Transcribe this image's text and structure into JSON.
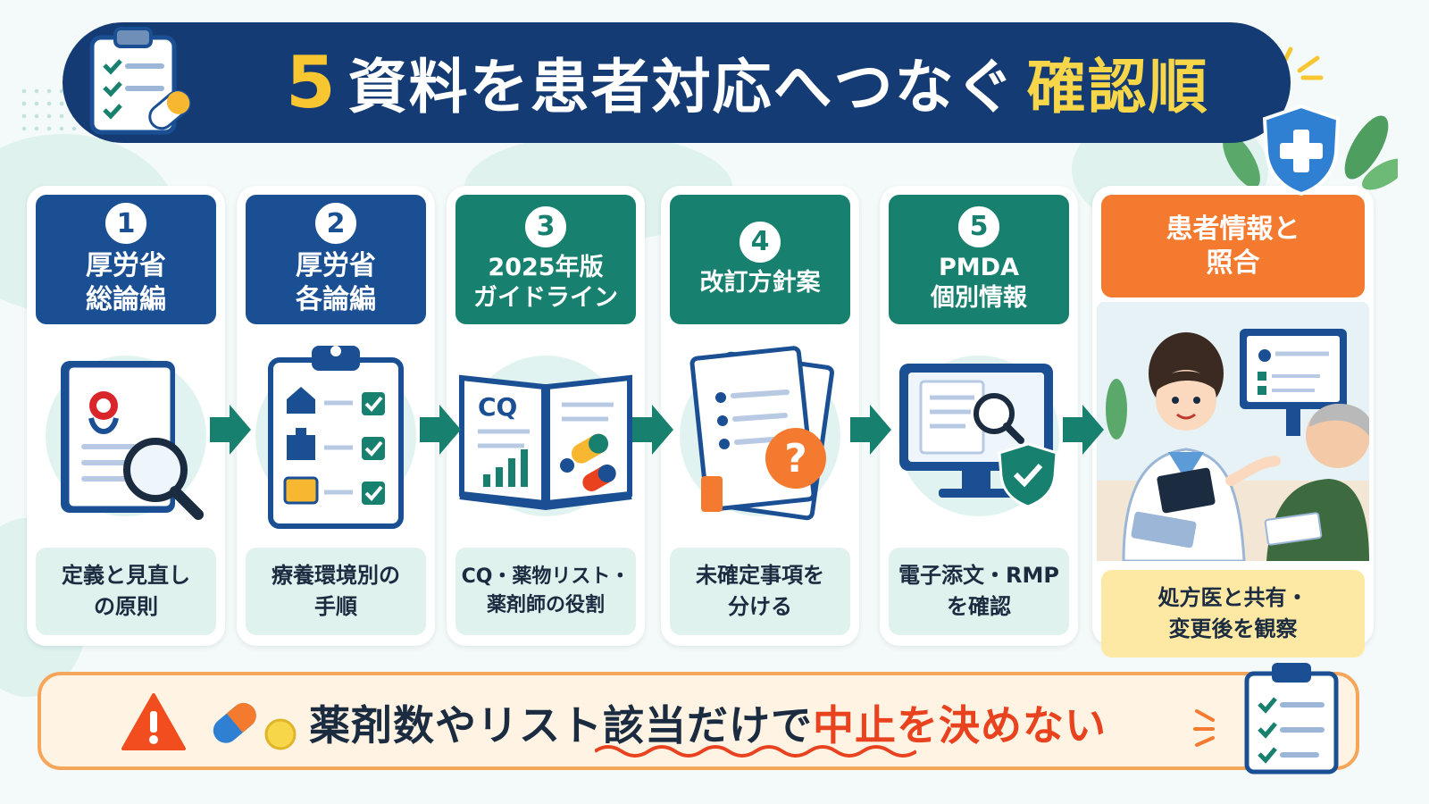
{
  "title": {
    "number": "5",
    "main": "資料を患者対応へつなぐ",
    "highlight": "確認順"
  },
  "steps": [
    {
      "num": "1",
      "title": "厚労省\n総論編",
      "desc": "定義と見直し\nの原則",
      "icon": "book-magnifier-icon"
    },
    {
      "num": "2",
      "title": "厚労省\n各論編",
      "desc": "療養環境別の\n手順",
      "icon": "clipboard-checklist-icon"
    },
    {
      "num": "3",
      "title": "2025年版\nガイドライン",
      "desc": "CQ・薬物リスト・\n薬剤師の役割",
      "icon": "open-guideline-book-icon",
      "book_label": "CQ"
    },
    {
      "num": "4",
      "title": "改訂方針案",
      "desc": "未確定事項を\n分ける",
      "icon": "document-question-icon"
    },
    {
      "num": "5",
      "title": "PMDA\n個別情報",
      "desc": "電子添文・RMP\nを確認",
      "icon": "monitor-shield-icon"
    }
  ],
  "final_step": {
    "title": "患者情報と\n照合",
    "desc": "処方医と共有・\n変更後を観察",
    "icon": "pharmacist-patient-consultation-icon"
  },
  "warning": {
    "prefix": "薬剤数やリスト該当だけで",
    "emphasis": "中止を決めない",
    "icons": [
      "warning-triangle-icon",
      "capsule-icon"
    ]
  },
  "colors": {
    "navy": "#143b73",
    "blue": "#1b4f93",
    "teal": "#18806e",
    "orange": "#f47a30",
    "yellow": "#f7c631",
    "red": "#e8421f",
    "mint": "#dff2ee"
  }
}
